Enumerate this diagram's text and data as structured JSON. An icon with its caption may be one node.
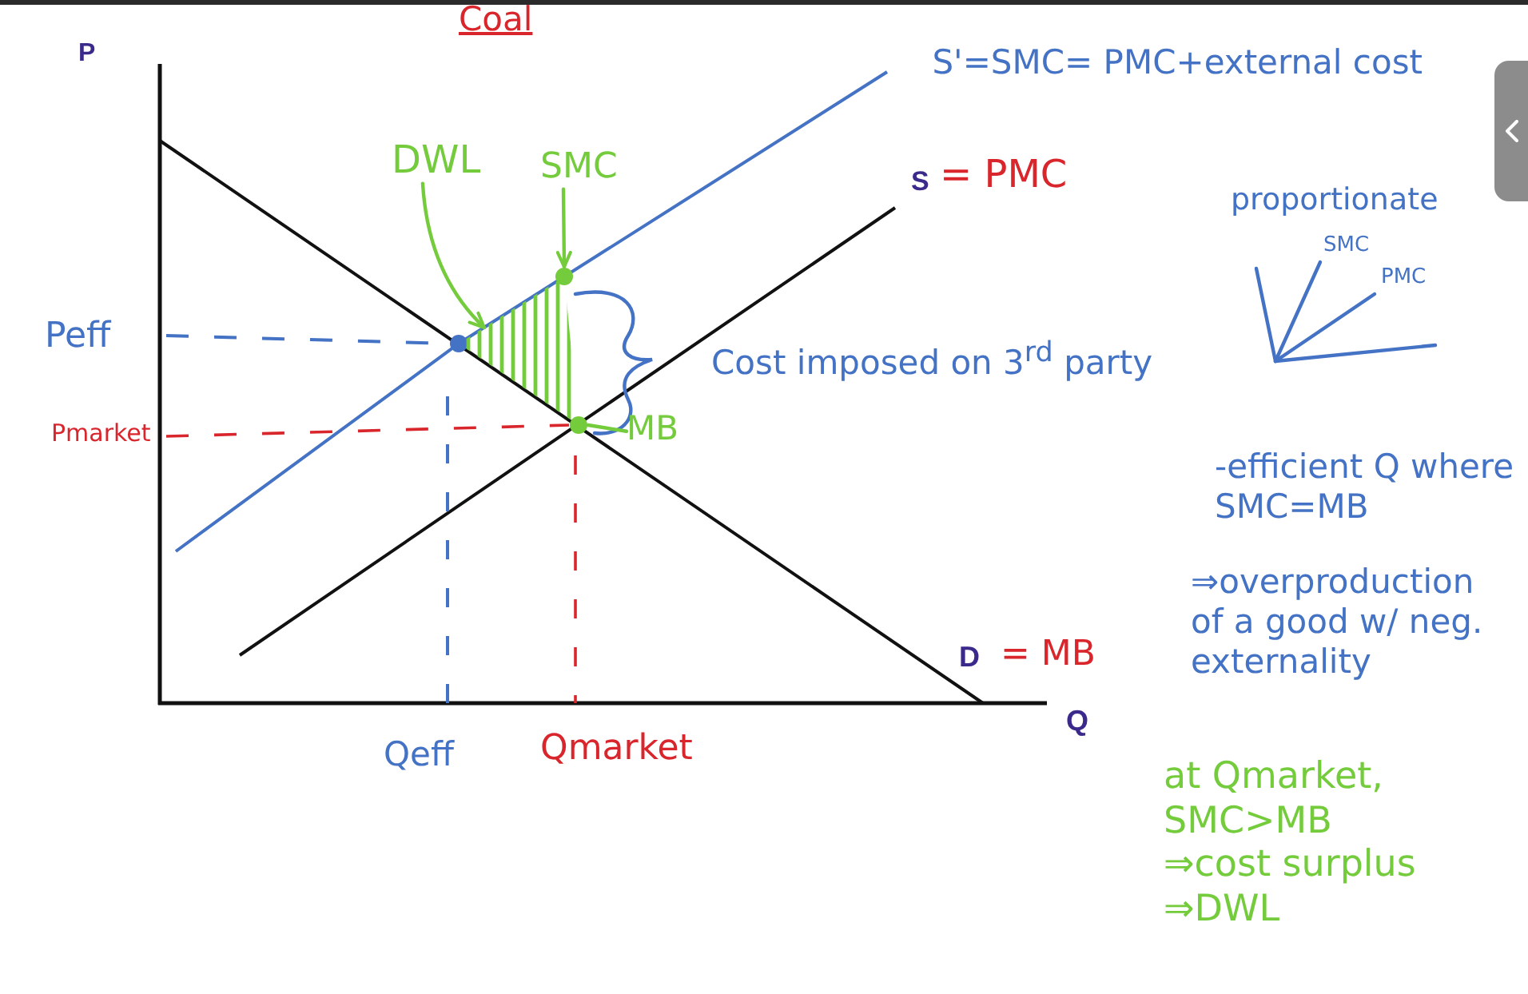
{
  "diagram": {
    "nodes": [
      {
        "text": [
          "DWL"
        ]
      },
      {
        "text": [
          "SMC"
        ]
      },
      {
        "text": [],
        "shape": "triangle"
      },
      {
        "text": [],
        "shape": "circle"
      },
      {
        "text": [],
        "shape": "circle"
      },
      {
        "text": [
          "MB"
        ]
      }
    ],
    "edges": [
      {
        "from": 0,
        "to": 2,
        "arrow": "to"
      },
      {
        "from": 1,
        "to": 3,
        "arrow": "to"
      },
      {
        "from": 5,
        "to": 4,
        "arrow": "none"
      }
    ],
    "labels": [
      "Coal",
      "P",
      "S'=SMC= PMC+external cost",
      "S",
      "= PMC",
      "proportionate",
      "SMC",
      "PMC",
      "Peff",
      "Cost imposed on 3$^{rd}$ party",
      "Pmarket",
      "-efficient Q where SMC=MB",
      "⇒overproduction of a good w/ neg. externality",
      "D",
      "= MB",
      "Q",
      "Qeff",
      "Qmarket",
      "at Qmarket, SMC>MB ⇒cost surplus ⇒DWL"
    ]
  }
}
